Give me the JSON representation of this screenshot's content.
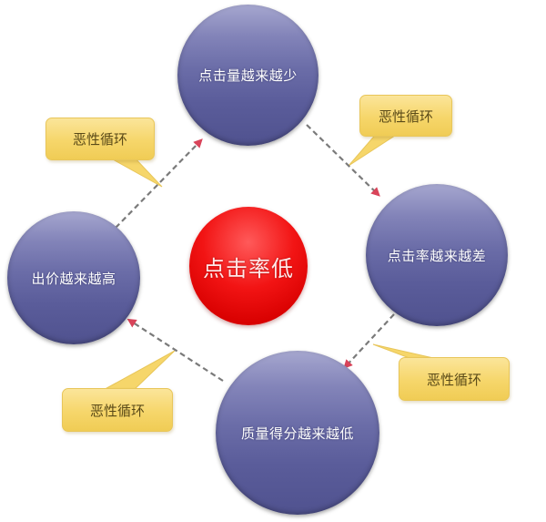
{
  "diagram": {
    "center": {
      "label": "点击率低",
      "color": "#e80a0a"
    },
    "nodes": [
      {
        "id": "top",
        "label": "点击量越来越少"
      },
      {
        "id": "right",
        "label": "点击率越来越差"
      },
      {
        "id": "bottom",
        "label": "质量得分越来越低"
      },
      {
        "id": "left",
        "label": "出价越来越高"
      }
    ],
    "node_color": "#5f619f",
    "callouts": [
      {
        "position": "top-right",
        "label": "恶性循环"
      },
      {
        "position": "bottom-right",
        "label": "恶性循环"
      },
      {
        "position": "bottom-left",
        "label": "恶性循环"
      },
      {
        "position": "top-left",
        "label": "恶性循环"
      }
    ],
    "callout_color": "#f6d66a",
    "arrow_color": "#7a7a7a",
    "arrowhead_color": "#d9445a",
    "edges": [
      {
        "from": "top",
        "to": "right"
      },
      {
        "from": "right",
        "to": "bottom"
      },
      {
        "from": "bottom",
        "to": "left"
      },
      {
        "from": "left",
        "to": "top"
      }
    ]
  }
}
